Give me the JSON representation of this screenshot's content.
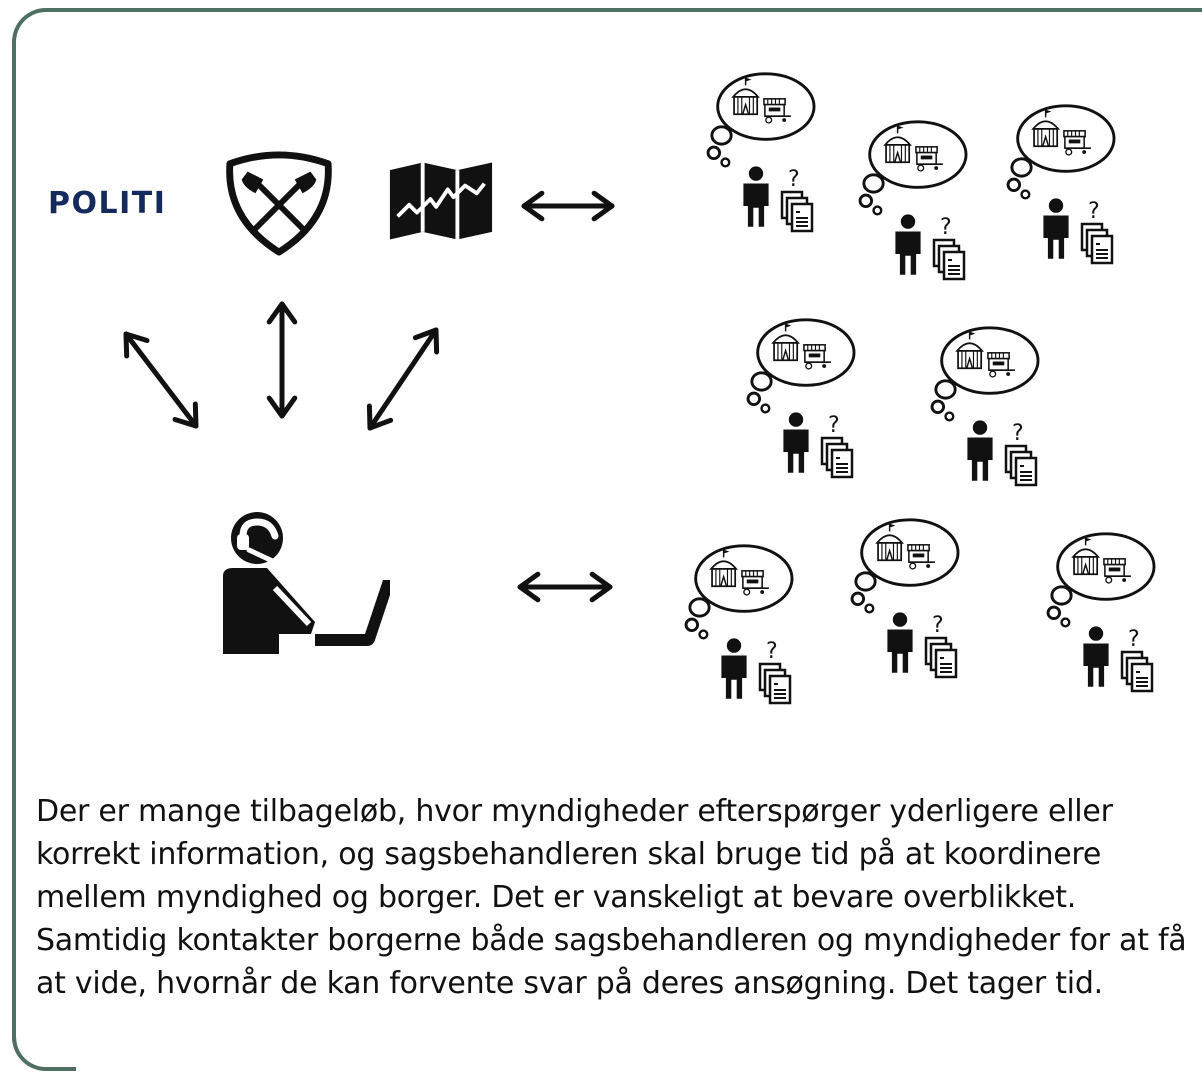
{
  "authorities": {
    "police_label": "POLITI",
    "police_icon": "police-logo",
    "fire_icon": "crossed-axes-shield-icon",
    "map_icon": "folded-map-icon"
  },
  "case_worker": {
    "icon": "person-at-laptop-icon"
  },
  "citizens": {
    "question_mark": "?",
    "person_icon": "person-icon",
    "documents_icon": "documents-stack-icon",
    "thought_icon": "thought-bubble-tent-stall-icon"
  },
  "caption": "Der er mange tilbageløb, hvor myndigheder efterspørger yderligere eller korrekt information, og sagsbehandleren skal bruge tid på at koordinere mellem myndighed og borger. Det er vanskeligt at bevare overblikket. Samtidig kontakter borgerne både sagsbehandleren og myndigheder for at få at vide, hvornår de kan forvente svar på deres ansøgning. Det tager tid.",
  "colors": {
    "frame": "#4f6f62",
    "police_blue": "#152a5c",
    "ink": "#111111"
  }
}
